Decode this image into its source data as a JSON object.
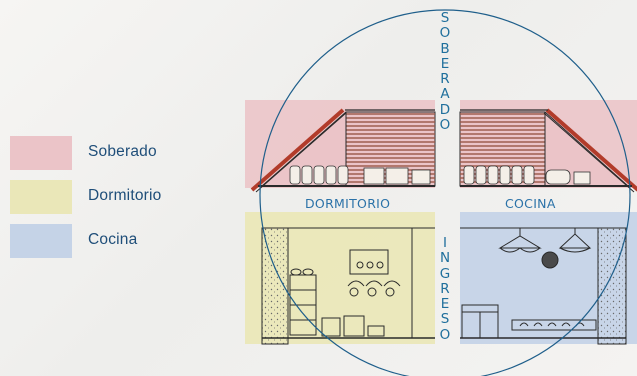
{
  "legend": {
    "items": [
      {
        "label": "Soberado",
        "color": "#ebc4c8"
      },
      {
        "label": "Dormitorio",
        "color": "#eae7b8"
      },
      {
        "label": "Cocina",
        "color": "#c5d3e7"
      }
    ]
  },
  "labels": {
    "top_vertical": [
      "S",
      "O",
      "B",
      "E",
      "R",
      "A",
      "D",
      "O"
    ],
    "bottom_vertical": [
      "I",
      "N",
      "G",
      "R",
      "E",
      "S",
      "O"
    ],
    "dormitorio": "DORMITORIO",
    "cocina": "COCINA"
  },
  "colors": {
    "soberado": "#ebc4c8",
    "dormitorio": "#eae7b8",
    "cocina": "#c5d3e7",
    "line": "#2a2a2a",
    "circle": "#1f5f8b",
    "accent_text": "#1f4e79"
  }
}
